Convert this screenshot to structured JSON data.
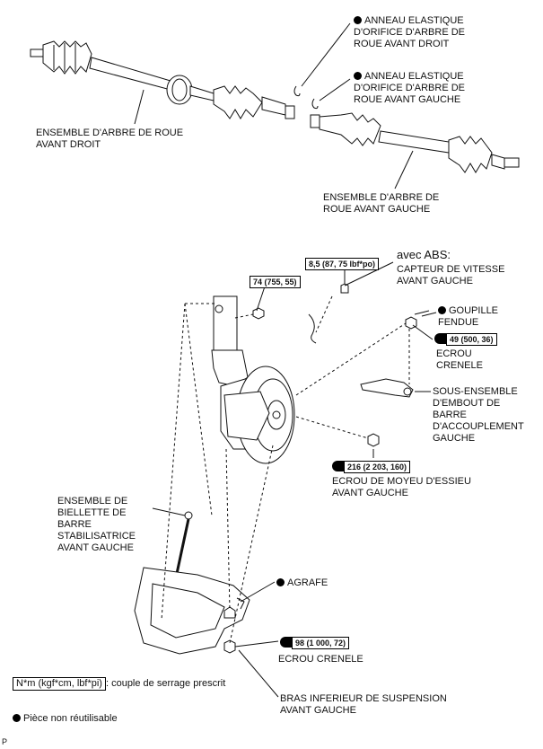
{
  "labels": {
    "snap_ring_right": "ANNEAU ELASTIQUE\nD'ORIFICE D'ARBRE DE\nROUE AVANT DROIT",
    "snap_ring_left": "ANNEAU ELASTIQUE\nD'ORIFICE D'ARBRE DE\nROUE AVANT GAUCHE",
    "shaft_right": "ENSEMBLE D'ARBRE DE ROUE\nAVANT DROIT",
    "shaft_left": "ENSEMBLE D'ARBRE DE\nROUE AVANT GAUCHE",
    "abs_title": "avec ABS:",
    "speed_sensor": "CAPTEUR DE VITESSE\nAVANT GAUCHE",
    "cotter_pin": "GOUPILLE\nFENDUE",
    "castle_nut_1": "ECROU\nCRENELE",
    "tie_rod_end": "SOUS-ENSEMBLE\nD'EMBOUT DE\nBARRE\nD'ACCOUPLEMENT\nGAUCHE",
    "hub_nut": "ECROU DE MOYEU D'ESSIEU\nAVANT GAUCHE",
    "stabilizer_link": "ENSEMBLE DE\nBIELLETTE DE\nBARRE\nSTABILISATRICE\nAVANT GAUCHE",
    "clip": "AGRAFE",
    "castle_nut_2": "ECROU CRENELE",
    "lower_arm": "BRAS INFERIEUR DE SUSPENSION\nAVANT GAUCHE"
  },
  "torques": {
    "sensor_bolt": "8,5 (87, 75 lbf*po)",
    "strut_nut": "74 (755, 55)",
    "castle_nut_1": "49 (500, 36)",
    "hub_nut": "216 (2 203, 160)",
    "castle_nut_2": "98 (1 000, 72)"
  },
  "legend": {
    "torque_unit": "N*m (kgf*cm, lbf*pi)",
    "torque_desc": ": couple de serrage prescrit",
    "non_reusable": "Pièce non réutilisable"
  },
  "footer": "P"
}
